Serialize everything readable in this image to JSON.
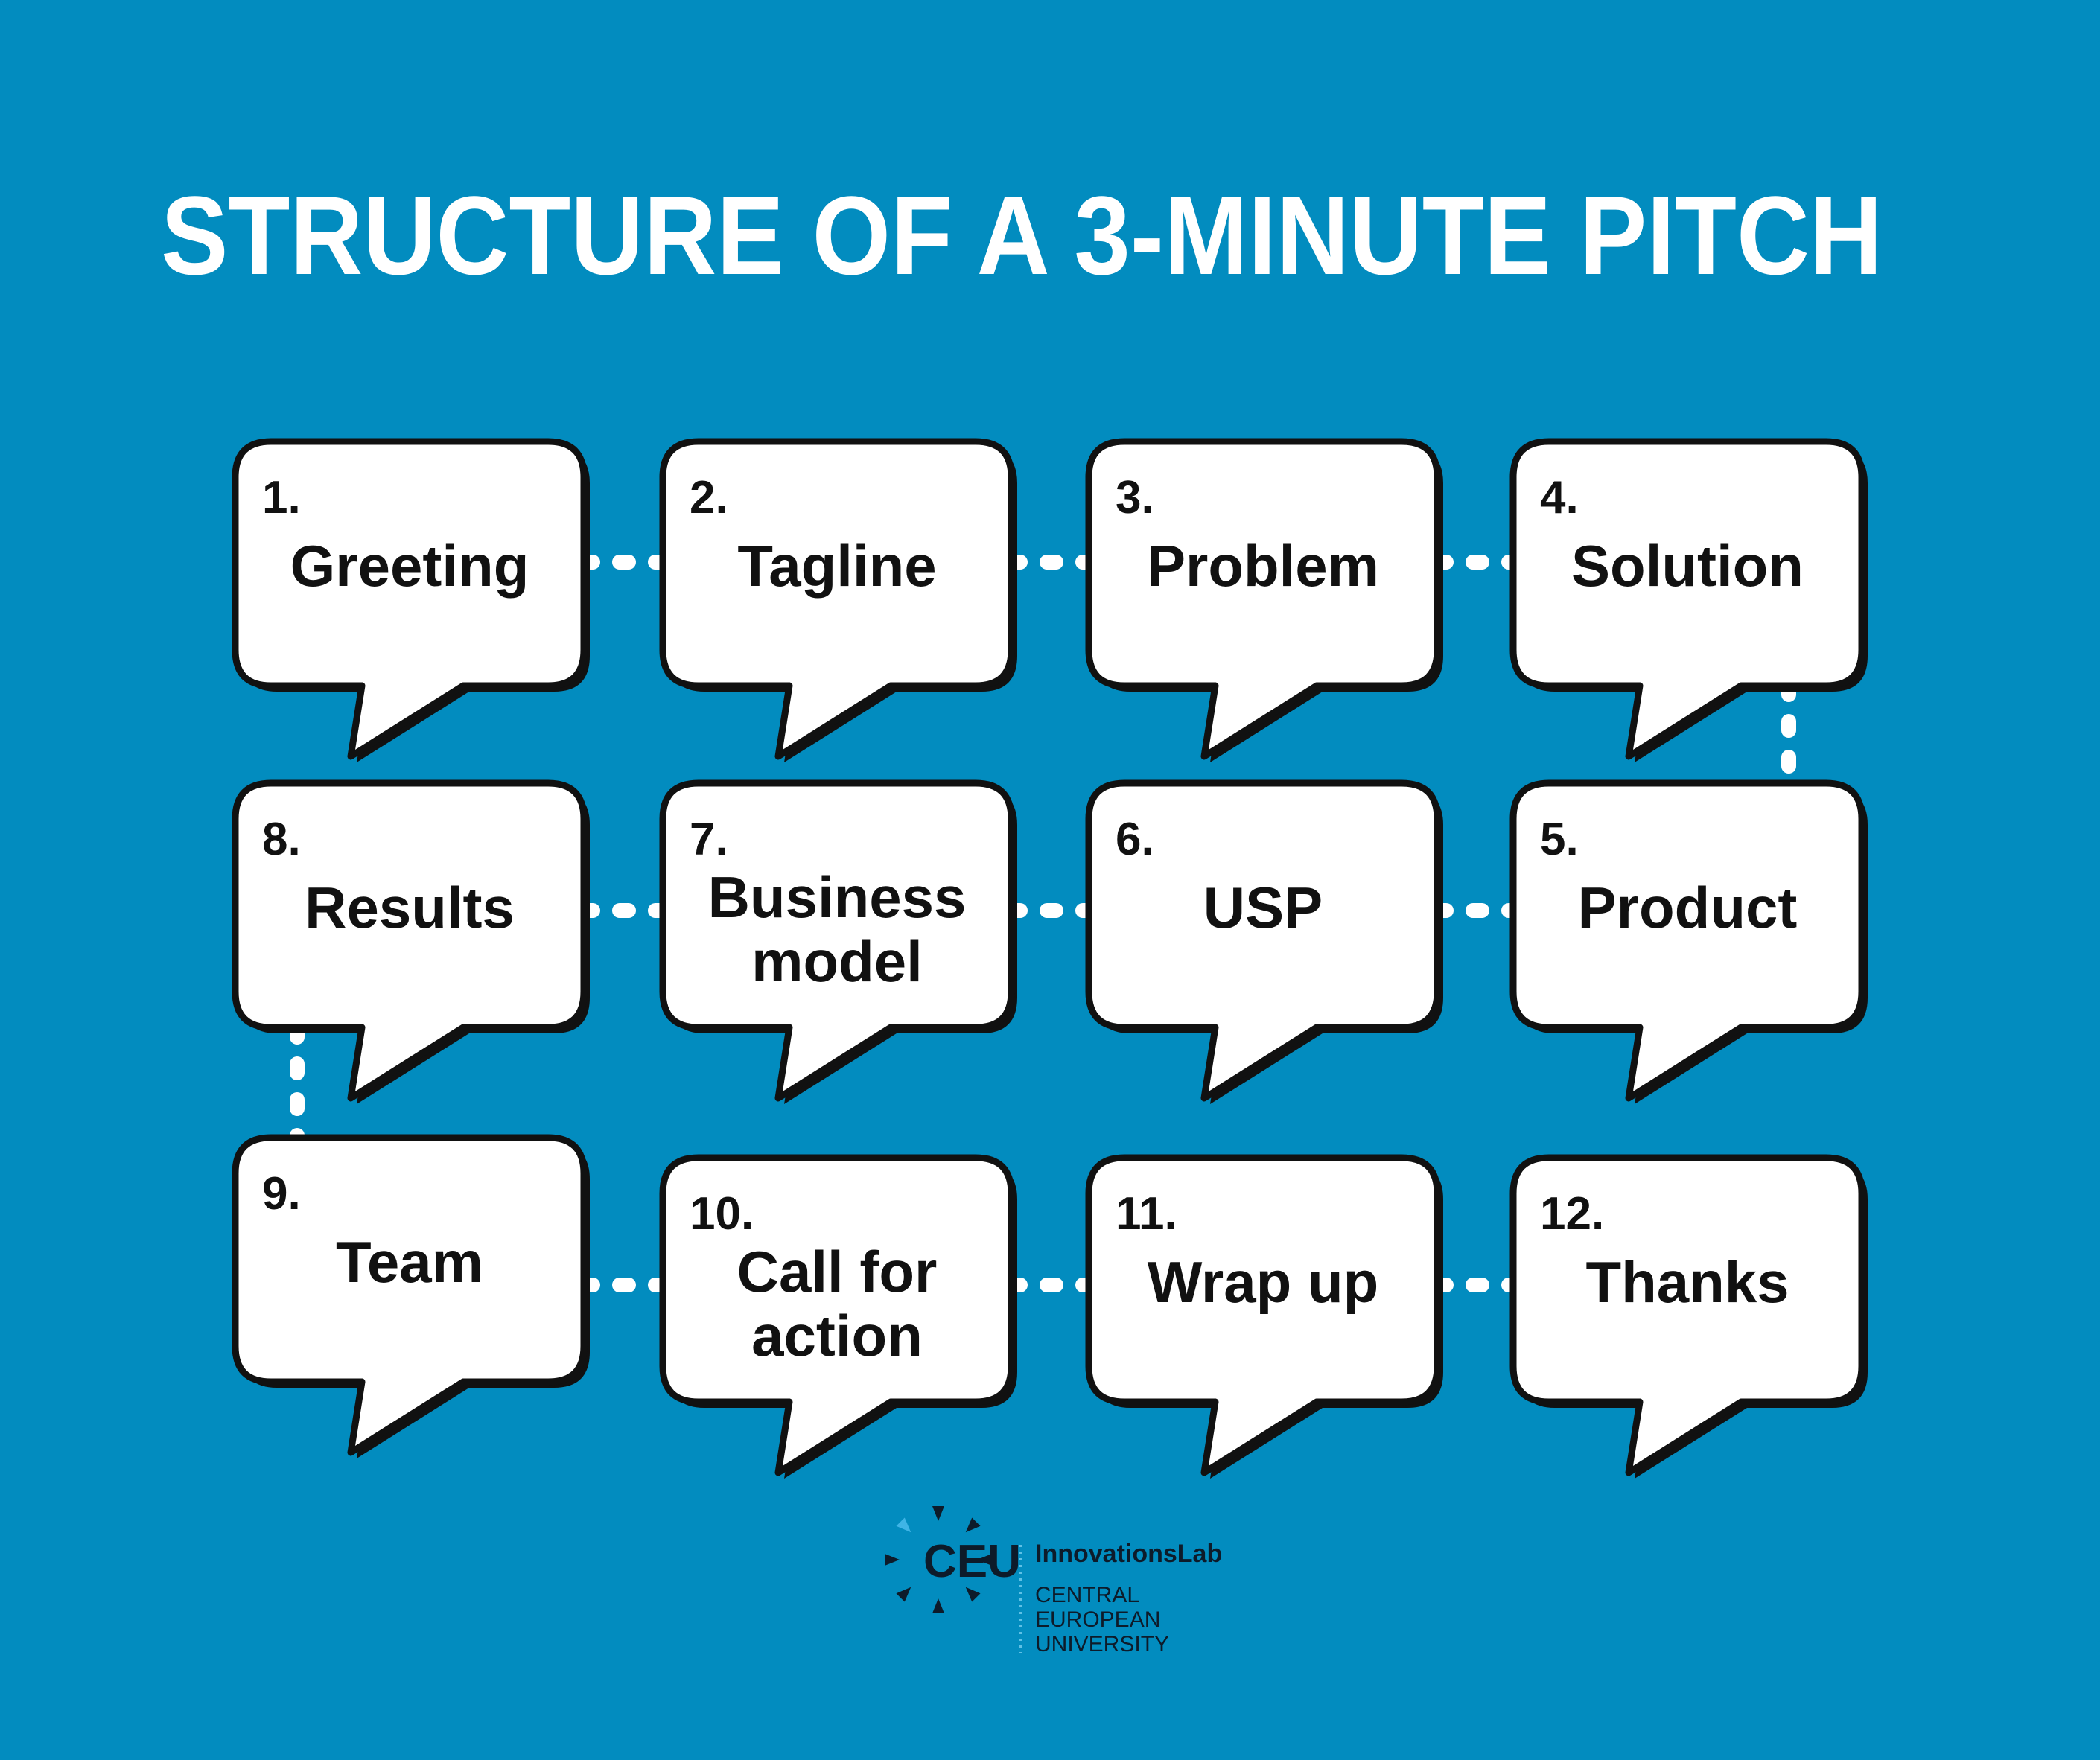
{
  "title": "STRUCTURE OF A 3-MINUTE PITCH",
  "colors": {
    "background": "#028cbf",
    "bubble": "#ffffff",
    "outline": "#111111",
    "connector": "#ffffff"
  },
  "steps": [
    {
      "number": "1.",
      "lines": [
        "Greeting"
      ]
    },
    {
      "number": "2.",
      "lines": [
        "Tagline"
      ]
    },
    {
      "number": "3.",
      "lines": [
        "Problem"
      ]
    },
    {
      "number": "4.",
      "lines": [
        "Solution"
      ]
    },
    {
      "number": "5.",
      "lines": [
        "Product"
      ]
    },
    {
      "number": "6.",
      "lines": [
        "USP"
      ]
    },
    {
      "number": "7.",
      "lines": [
        "Business",
        "model"
      ]
    },
    {
      "number": "8.",
      "lines": [
        "Results"
      ]
    },
    {
      "number": "9.",
      "lines": [
        "Team"
      ]
    },
    {
      "number": "10.",
      "lines": [
        "Call for",
        "action"
      ]
    },
    {
      "number": "11.",
      "lines": [
        "Wrap up"
      ]
    },
    {
      "number": "12.",
      "lines": [
        "Thanks"
      ]
    }
  ],
  "logo": {
    "mark": "CEU",
    "name": "InnovationsLab",
    "university_lines": [
      "CENTRAL",
      "EUROPEAN",
      "UNIVERSITY"
    ]
  }
}
